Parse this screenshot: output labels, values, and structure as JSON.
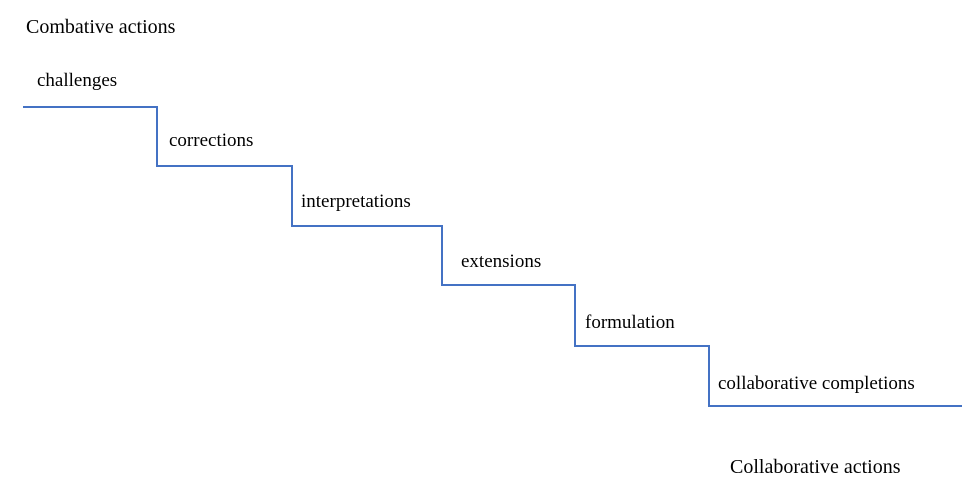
{
  "diagram": {
    "top_label": "Combative actions",
    "bottom_label": "Collaborative actions",
    "steps": [
      {
        "label": "challenges"
      },
      {
        "label": "corrections"
      },
      {
        "label": "interpretations"
      },
      {
        "label": "extensions"
      },
      {
        "label": "formulation"
      },
      {
        "label": "collaborative completions"
      }
    ],
    "line_color": "#4472c4"
  }
}
